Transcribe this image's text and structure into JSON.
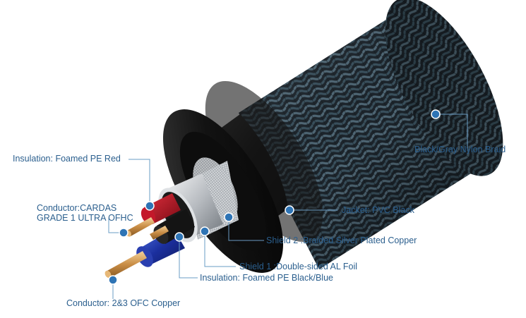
{
  "diagram": {
    "labels": {
      "insulation_red": "Insulation: Foamed PE Red",
      "conductor_cardas_line1": "Conductor:CARDAS",
      "conductor_cardas_line2": "GRADE 1 ULTRA OFHC",
      "conductor_ofc": "Conductor: 2&3 OFC Copper",
      "braid": "Black/Gray Nylon Braid",
      "jacket": "Jacket: PVC Black",
      "shield2": "Shield 2 :Braided Silver Plated Copper",
      "shield1": "Shield 1 :Double-sided  AL Foil",
      "insulation_blackblue": "Insulation: Foamed PE Black/Blue"
    },
    "colors": {
      "label_text": "#2b5f8e",
      "leader_line": "#6a9cc4",
      "dot": "#2e74b5",
      "braid_dark": "#1c242b",
      "braid_light": "#4f6775",
      "jacket": "#111111",
      "foil": "#c9ccd0",
      "copper": "#d8a25c",
      "insulation_red": "#b01020",
      "insulation_blue": "#1b2f9e"
    }
  }
}
